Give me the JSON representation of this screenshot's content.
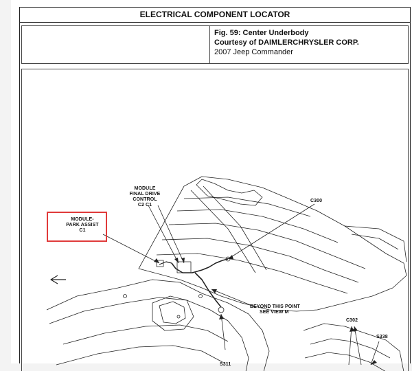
{
  "header": {
    "title": "ELECTRICAL COMPONENT LOCATOR"
  },
  "figure": {
    "caption": "Fig. 59: Center Underbody",
    "courtesy": "Courtesy of DAIMLERCHRYSLER CORP.",
    "vehicle": "2007 Jeep Commander"
  },
  "labels": {
    "module_park_assist": [
      "MODULE-",
      "PARK ASSIST",
      "C1"
    ],
    "module_final_drive": [
      "MODULE",
      "FINAL DRIVE",
      "CONTROL",
      "C2   C1"
    ],
    "c300": "C300",
    "beyond": [
      "BEYOND THIS POINT",
      "SEE VIEW M"
    ],
    "s311": "S311",
    "c302": "C302",
    "s338": "S338"
  },
  "colors": {
    "highlight": "#e03a3a",
    "line": "#222222"
  }
}
